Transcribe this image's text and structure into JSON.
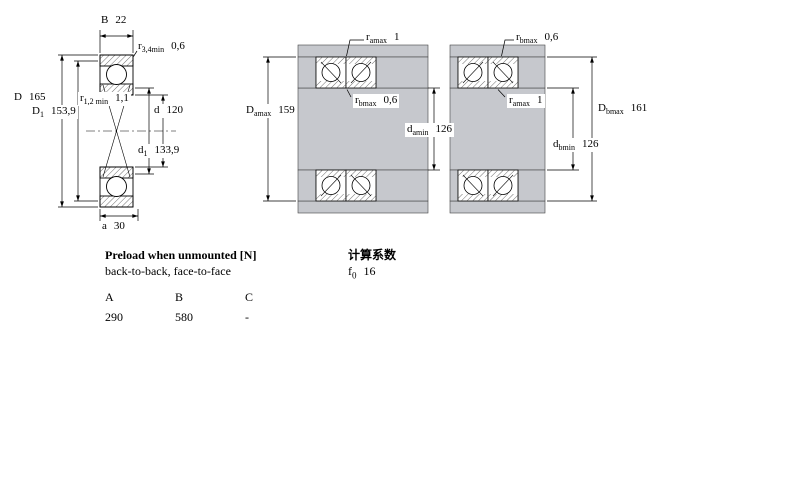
{
  "single_bearing": {
    "B": {
      "sym": "B",
      "sub": "",
      "val": "22"
    },
    "r34": {
      "sym": "r",
      "sub": "3,4min",
      "val": "0,6"
    },
    "D": {
      "sym": "D",
      "sub": "",
      "val": "165"
    },
    "D1": {
      "sym": "D",
      "sub": "1",
      "val": "153,9"
    },
    "r12": {
      "sym": "r",
      "sub": "1,2 min",
      "val": "1,1"
    },
    "d": {
      "sym": "d",
      "sub": "",
      "val": "120"
    },
    "d1": {
      "sym": "d",
      "sub": "1",
      "val": "133,9"
    },
    "a": {
      "sym": "a",
      "sub": "",
      "val": "30"
    }
  },
  "arrangement_left": {
    "ra_top": {
      "sym": "r",
      "sub": "amax",
      "val": "1"
    },
    "Da": {
      "sym": "D",
      "sub": "amax",
      "val": "159"
    },
    "rb_mid": {
      "sym": "r",
      "sub": "bmax",
      "val": "0,6"
    },
    "da": {
      "sym": "d",
      "sub": "amin",
      "val": "126"
    }
  },
  "arrangement_right": {
    "rb_top": {
      "sym": "r",
      "sub": "bmax",
      "val": "0,6"
    },
    "ra_mid": {
      "sym": "r",
      "sub": "amax",
      "val": "1"
    },
    "Db": {
      "sym": "D",
      "sub": "bmax",
      "val": "161"
    },
    "db": {
      "sym": "d",
      "sub": "bmin",
      "val": "126"
    }
  },
  "notes": {
    "preload_title": "Preload when unmounted [N]",
    "preload_sub": "back-to-back, face-to-face",
    "calc_title": "计算系数",
    "f0": {
      "sym": "f",
      "sub": "0",
      "val": "16"
    }
  },
  "preload_table": {
    "headers": [
      "A",
      "B",
      "C"
    ],
    "values": [
      "290",
      "580",
      "-"
    ]
  },
  "colors": {
    "steel_gray": "#c6c8cd",
    "line": "#000000"
  }
}
